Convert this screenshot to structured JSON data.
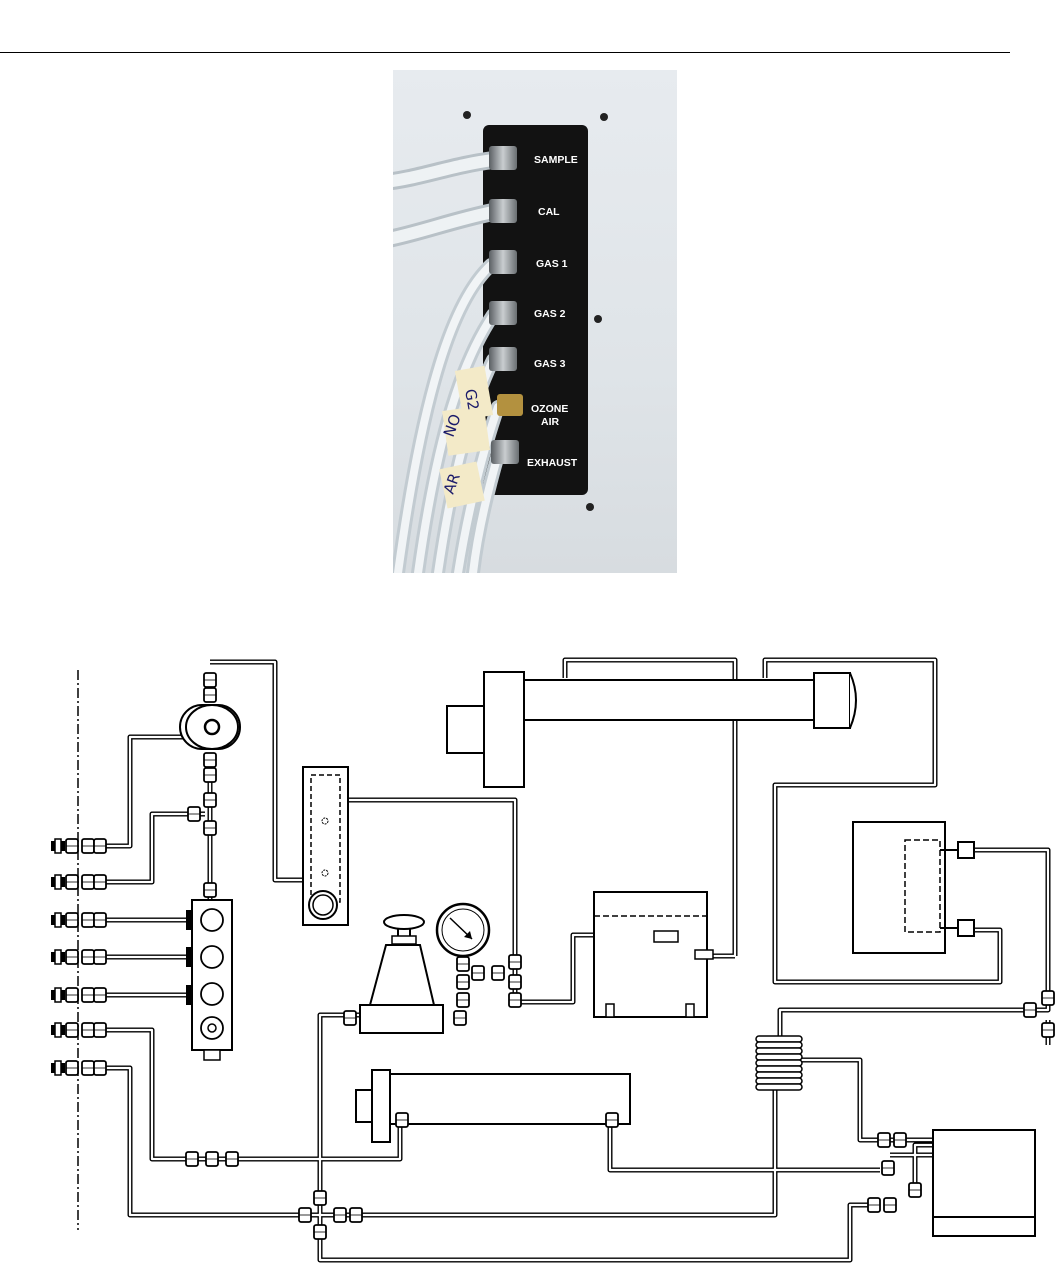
{
  "photo": {
    "panel_labels": [
      "SAMPLE",
      "CAL",
      "GAS 1",
      "GAS 2",
      "GAS 3",
      "OZONE",
      "AIR",
      "EXHAUST"
    ],
    "tube_tags": [
      "G2",
      "NO",
      "AR"
    ]
  }
}
